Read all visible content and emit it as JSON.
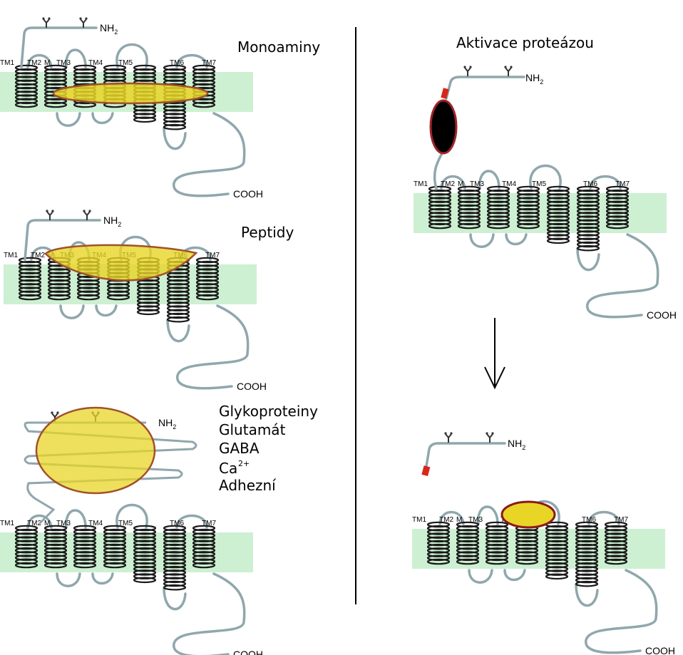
{
  "colors": {
    "membrane": "#cdf0d2",
    "chain": "#8fa7ad",
    "coil": "#1a1a1a",
    "ligand_fill": "#e8d526",
    "ligand_edge": "#a0512a",
    "protease_tag": "#d8261a",
    "divider": "#000000"
  },
  "labels": {
    "monoaminy": "Monoaminy",
    "peptidy": "Peptidy",
    "aktivace": "Aktivace proteázou",
    "glyko": "Glykoproteiny",
    "glutamat": "Glutamát",
    "gaba": "GABA",
    "ca": "Ca",
    "ca_sup": "2+",
    "adhezni": "Adhezní"
  },
  "terminals": {
    "n_main": "NH",
    "n_sub": "2",
    "c": "COOH"
  },
  "tm_labels": [
    "TM1",
    "TM2",
    "M",
    "TM3",
    "TM4",
    "TM5",
    "TM6",
    "TM7"
  ]
}
